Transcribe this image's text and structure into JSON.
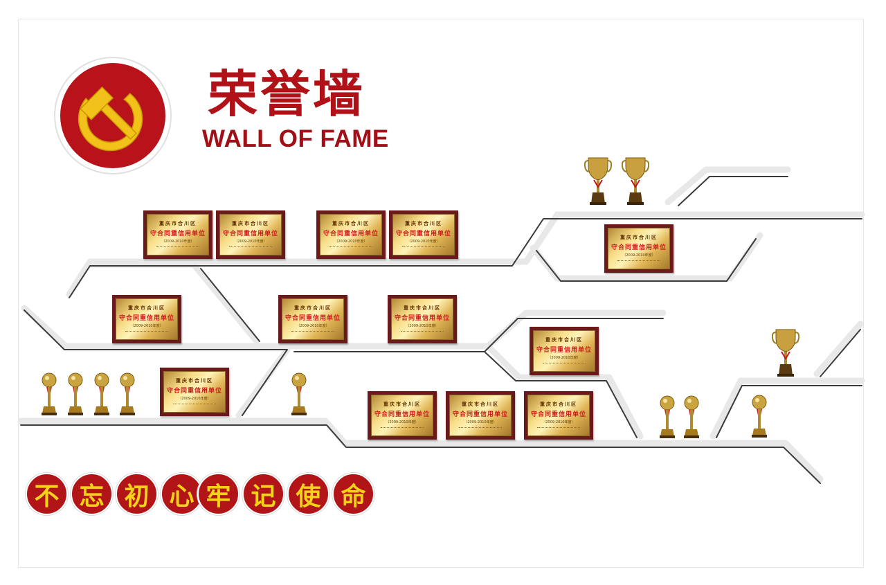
{
  "header": {
    "title_cn": "荣誉墙",
    "title_en": "WALL OF FAME",
    "emblem": "party-emblem-icon"
  },
  "plaque_text": {
    "line1": "重庆市合川区",
    "line2": "守合同重信用单位",
    "line3": "（2009-2010年度）"
  },
  "slogan": {
    "part1": [
      "不",
      "忘",
      "初",
      "心"
    ],
    "part2": [
      "牢",
      "记",
      "使",
      "命"
    ]
  },
  "colors": {
    "accent_red": "#b01218",
    "slogan_gold": "#f4d21a",
    "shelf_light": "#e6e6e6",
    "shelf_dark": "#3a3a3a"
  }
}
